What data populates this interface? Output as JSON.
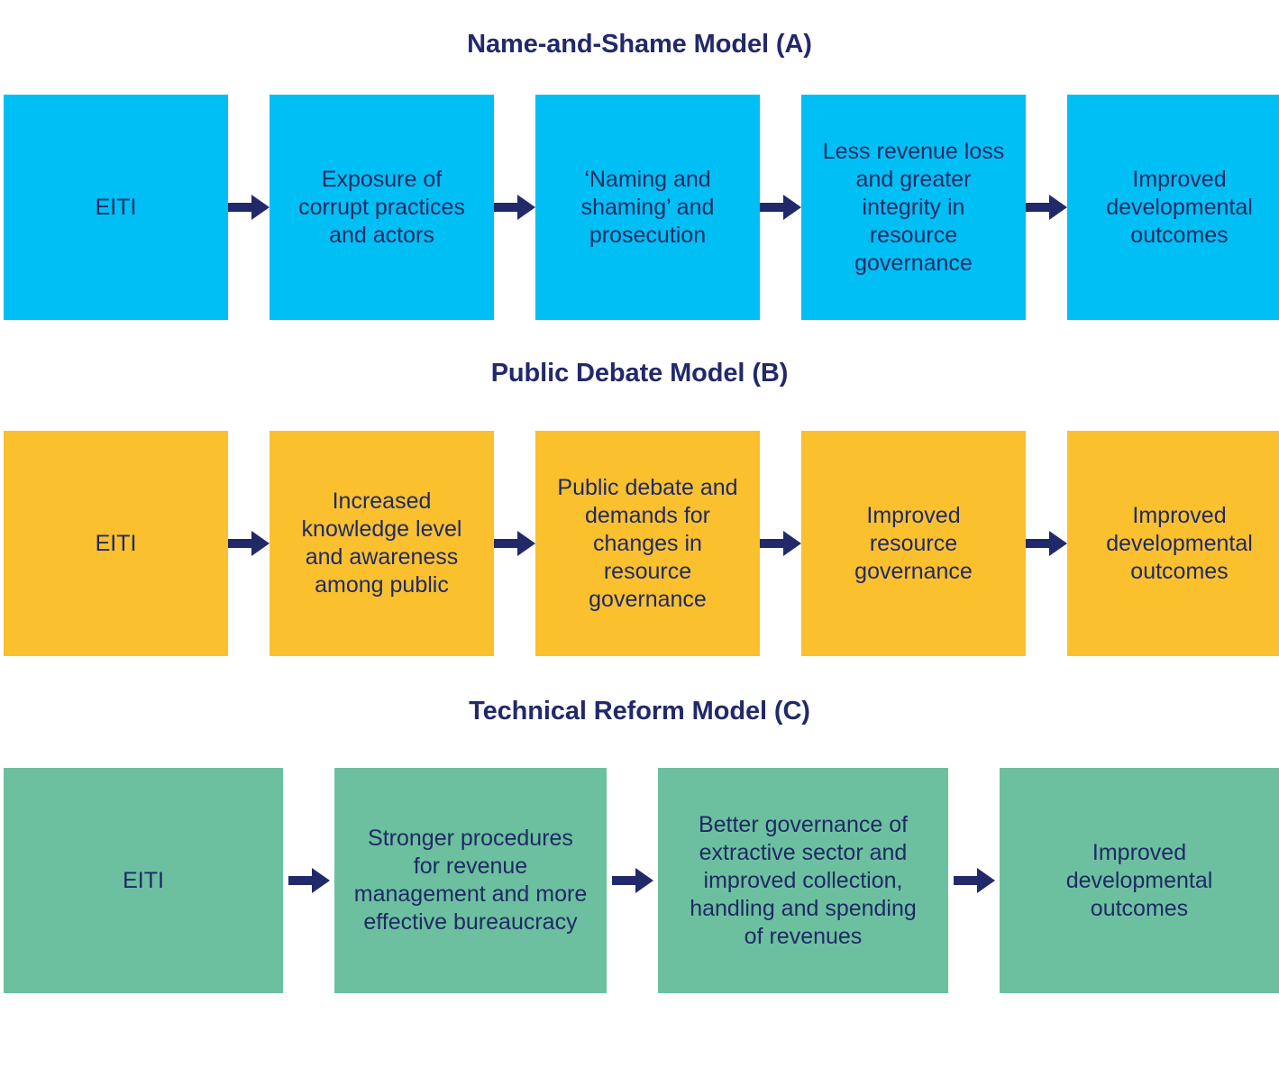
{
  "models": [
    {
      "id": "name-and-shame",
      "title": "Name-and-Shame Model (A)",
      "color": "#00BFF5",
      "text_color": "#1F2A63",
      "steps": [
        "EITI",
        "Exposure of\ncorrupt practices\nand actors",
        "‘Naming and\nshaming’ and\nprosecution",
        "Less revenue loss\nand greater\nintegrity in\nresource\ngovernance",
        "Improved\ndevelopmental\noutcomes"
      ]
    },
    {
      "id": "public-debate",
      "title": "Public Debate Model (B)",
      "color": "#FBC02E",
      "text_color": "#1F2A63",
      "steps": [
        "EITI",
        "Increased\nknowledge level\nand awareness\namong public",
        "Public debate and\ndemands for\nchanges in\nresource\ngovernance",
        "Improved\nresource\ngovernance",
        "Improved\ndevelopmental\noutcomes"
      ]
    },
    {
      "id": "technical-reform",
      "title": "Technical Reform Model (C)",
      "color": "#6CC0A0",
      "text_color": "#1F2A63",
      "steps": [
        "EITI",
        "Stronger procedures\nfor revenue\nmanagement and more\neffective bureaucracy",
        "Better governance of\nextractive sector and\nimproved collection,\nhandling and spending\nof revenues",
        "Improved\ndevelopmental\noutcomes"
      ]
    }
  ],
  "connector": {
    "icon": "arrow-right-icon",
    "color": "#22296B"
  }
}
